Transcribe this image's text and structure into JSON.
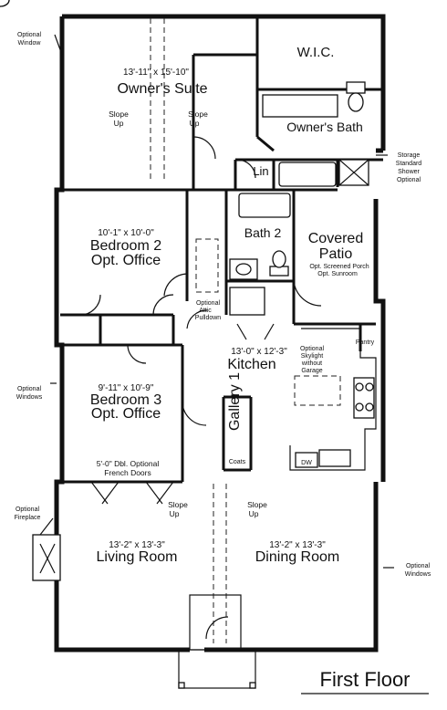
{
  "title": "First Floor",
  "rooms": {
    "owners_suite": {
      "dims": "13'-11\" x 15'-10\"",
      "name": "Owner's Suite"
    },
    "wic": {
      "name": "W.I.C."
    },
    "owners_bath": {
      "name": "Owner's Bath"
    },
    "linen": {
      "name": "Lin"
    },
    "bedroom2": {
      "dims": "10'-1\" x 10'-0\"",
      "name_line1": "Bedroom 2",
      "name_line2": "Opt. Office"
    },
    "bath2": {
      "name": "Bath 2"
    },
    "covered_patio": {
      "name_line1": "Covered",
      "name_line2": "Patio",
      "note_line1": "Opt. Screened Porch",
      "note_line2": "Opt. Sunroom"
    },
    "kitchen": {
      "dims": "13'-0\" x 12'-3\"",
      "name": "Kitchen"
    },
    "pantry": {
      "name": "Pantry"
    },
    "bedroom3": {
      "dims": "9'-11\" x 10'-9\"",
      "name_line1": "Bedroom 3",
      "name_line2": "Opt. Office",
      "note_line1": "5'-0\" Dbl. Optional",
      "note_line2": "French Doors"
    },
    "gallery": {
      "name": "Gallery 1"
    },
    "coats": {
      "name": "Coats"
    },
    "living_room": {
      "dims": "13'-2\" x 13'-3\"",
      "name": "Living Room"
    },
    "dining_room": {
      "dims": "13'-2\" x 13'-3\"",
      "name": "Dining Room"
    }
  },
  "slope": {
    "word1": "Slope",
    "word2": "Up"
  },
  "appliances": {
    "dw": "DW"
  },
  "notes": {
    "optional_window": [
      "Optional",
      "Window"
    ],
    "storage": [
      "Storage",
      "Standard",
      "Shower",
      "Optional"
    ],
    "attic": [
      "Optional",
      "Attic",
      "Pulldown"
    ],
    "skylight": [
      "Optional",
      "Skylight",
      "without",
      "Garage"
    ],
    "optional_windows_left": [
      "Optional",
      "Windows"
    ],
    "optional_fireplace": [
      "Optional",
      "Fireplace"
    ],
    "optional_windows_right": [
      "Optional",
      "Windows"
    ]
  }
}
